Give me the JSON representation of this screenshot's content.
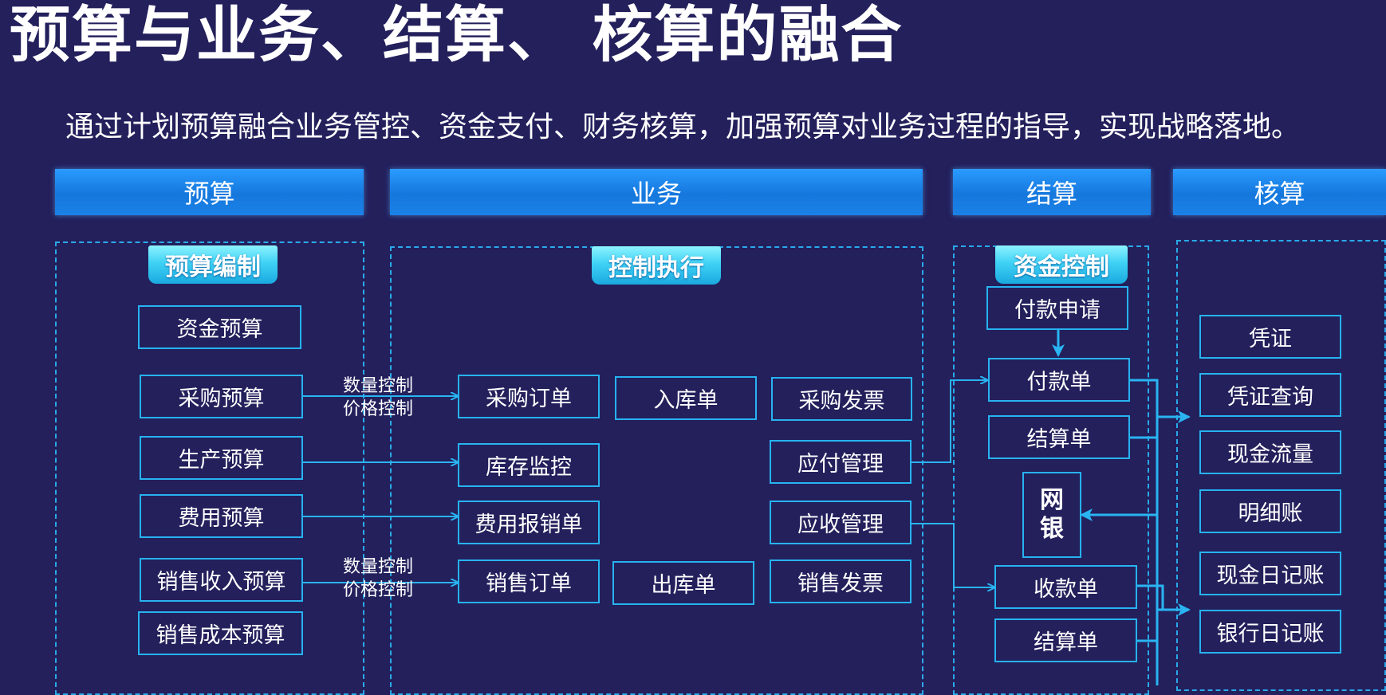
{
  "title": "预算与业务、结算、 核算的融合",
  "subtitle": "通过计划预算融合业务管控、资金支付、财务核算，加强预算对业务过程的指导，实现战略落地。",
  "headers": {
    "budget": "预算",
    "business": "业务",
    "settlement": "结算",
    "accounting": "核算"
  },
  "tags": {
    "budget": "预算编制",
    "business": "控制执行",
    "settlement": "资金控制"
  },
  "budget_items": [
    "资金预算",
    "采购预算",
    "生产预算",
    "费用预算",
    "销售收入预算",
    "销售成本预算"
  ],
  "control_labels": {
    "top_line1": "数量控制",
    "top_line2": "价格控制",
    "bottom_line1": "数量控制",
    "bottom_line2": "价格控制"
  },
  "business_items": {
    "purchase_order": "采购订单",
    "inbound": "入库单",
    "purchase_invoice": "采购发票",
    "inventory_monitor": "库存监控",
    "payable_mgmt": "应付管理",
    "expense_claim": "费用报销单",
    "receivable_mgmt": "应收管理",
    "sales_order": "销售订单",
    "outbound": "出库单",
    "sales_invoice": "销售发票"
  },
  "settlement_items": {
    "payment_request": "付款申请",
    "payment_note": "付款单",
    "settlement_note_1": "结算单",
    "online_bank": "网银",
    "receipt_note": "收款单",
    "settlement_note_2": "结算单"
  },
  "accounting_items": [
    "凭证",
    "凭证查询",
    "现金流量",
    "明细账",
    "现金日记账",
    "银行日记账"
  ],
  "colors": {
    "background": "#23205c",
    "accent": "#27b3f0",
    "header": "#1b82e8",
    "tag": "#3fd2f5"
  }
}
